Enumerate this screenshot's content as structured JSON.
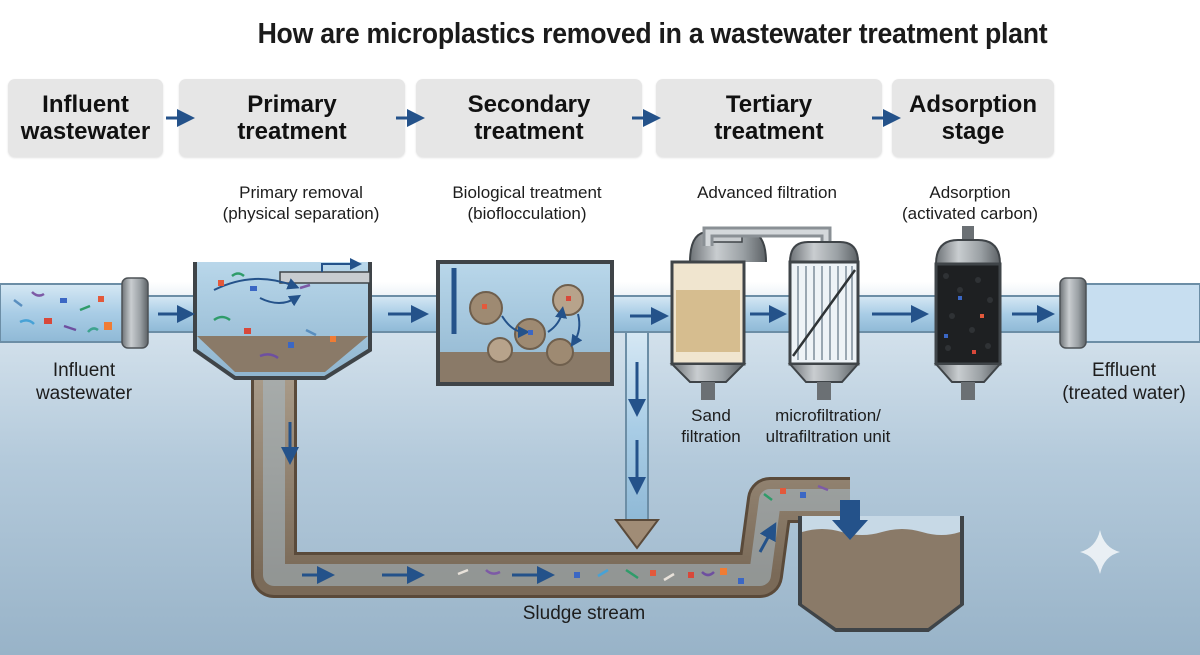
{
  "title": "How are microplastics removed in a wastewater treatment plant",
  "stages": [
    {
      "line1": "Influent",
      "line2": "wastewater"
    },
    {
      "line1": "Primary",
      "line2": "treatment"
    },
    {
      "line1": "Secondary",
      "line2": "treatment"
    },
    {
      "line1": "Tertiary",
      "line2": "treatment"
    },
    {
      "line1": "Adsorption",
      "line2": "stage"
    }
  ],
  "process_labels": {
    "primary": {
      "line1": "Primary removal",
      "line2": "(physical separation)"
    },
    "secondary": {
      "line1": "Biological treatment",
      "line2": "(bioflocculation)"
    },
    "tertiary": {
      "line1": "Advanced filtration"
    },
    "adsorption": {
      "line1": "Adsorption",
      "line2": "(activated carbon)"
    }
  },
  "unit_labels": {
    "influent": {
      "line1": "Influent",
      "line2": "wastewater"
    },
    "sand": {
      "line1": "Sand",
      "line2": "filtration"
    },
    "membrane": {
      "line1": "microfiltration/",
      "line2": "ultrafiltration unit"
    },
    "effluent": {
      "line1": "Effluent",
      "line2": "(treated water)"
    },
    "sludge": "Sludge stream"
  },
  "colors": {
    "arrow": "#24528a",
    "pipe": "#b8d6ea",
    "sludge": "#8a7a68",
    "stage_box": "#e6e6e6"
  }
}
